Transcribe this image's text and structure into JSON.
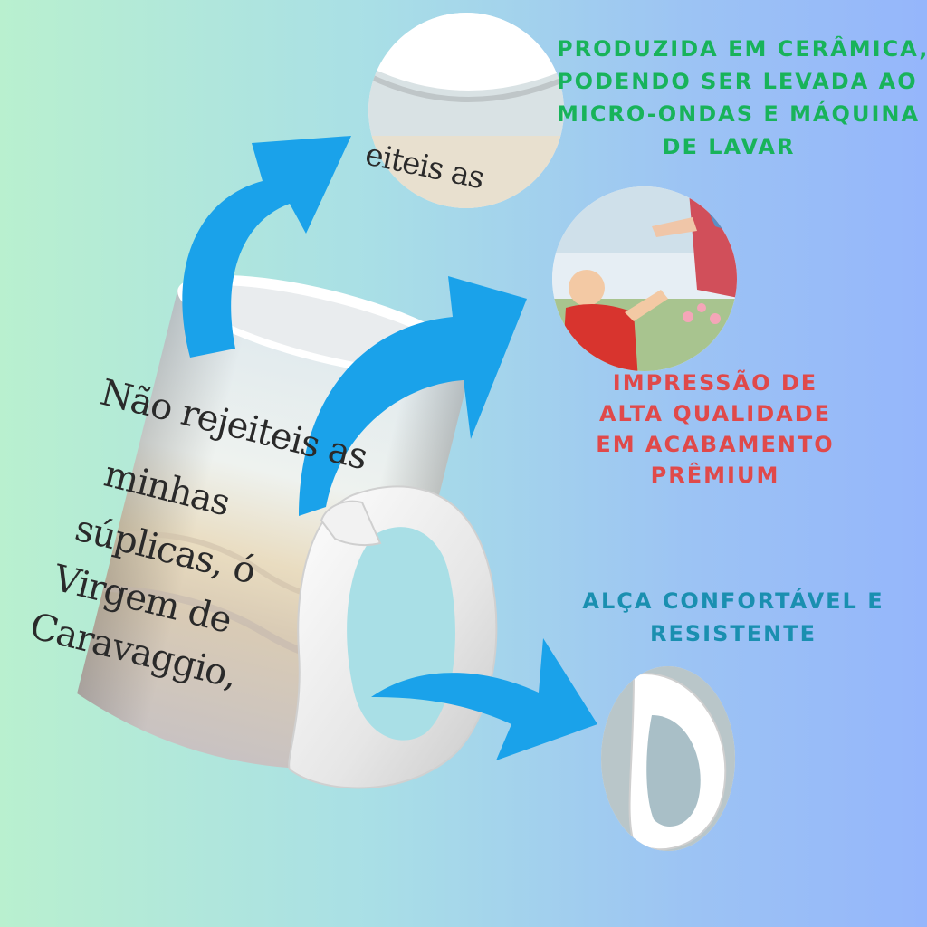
{
  "mug": {
    "text_lines": [
      "Não rejeiteis as",
      "minhas",
      "súplicas, ó",
      "Virgem de",
      "Caravaggio,"
    ]
  },
  "zoom_text": {
    "snippet": "eiteis as"
  },
  "features": {
    "ceramic": {
      "lines": [
        "PRODUZIDA EM CERÂMICA,",
        "PODENDO SER LEVADA AO",
        "MICRO-ONDAS E MÁQUINA",
        "DE LAVAR"
      ],
      "color": "#18b35a"
    },
    "print": {
      "lines": [
        "IMPRESSÃO DE",
        "ALTA QUALIDADE",
        "EM ACABAMENTO",
        "PRÊMIUM"
      ],
      "color": "#e0494a"
    },
    "handle": {
      "lines": [
        "ALÇA CONFORTÁVEL E",
        "RESISTENTE"
      ],
      "color": "#1a8fb0"
    }
  },
  "colors": {
    "arrow": "#1aa2ea",
    "bg_left": "#b9f0cf",
    "bg_right": "#95b6fb"
  },
  "icons": {
    "arrow_up": "curved-arrow-up-icon",
    "arrow_right": "curved-arrow-right-icon",
    "arrow_handle": "curved-arrow-handle-icon"
  }
}
